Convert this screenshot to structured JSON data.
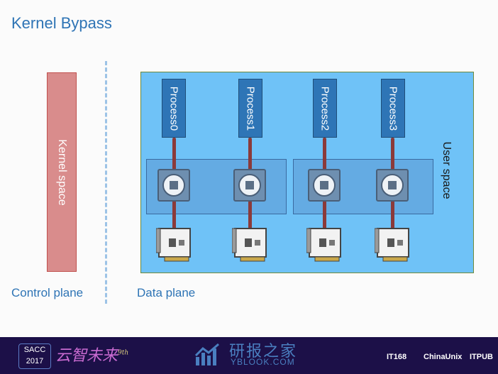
{
  "slide": {
    "title": "Kernel Bypass",
    "control_plane_label": "Control plane",
    "data_plane_label": "Data plane",
    "kernel_space_label": "Kernel space",
    "user_space_label": "User space",
    "processes": [
      "Process0",
      "Process1",
      "Process2",
      "Process3"
    ]
  },
  "footer": {
    "event_logo": {
      "line1": "SACC",
      "line2": "2017"
    },
    "slogan": "云智未来",
    "edition": "9th",
    "site_name": "研报之家",
    "site_url": "YBLOOK.COM",
    "sponsors": [
      "IT168",
      "ChinaUnix",
      "ITPUB"
    ]
  },
  "colors": {
    "title": "#2e74b5",
    "kernel_box": "#d98c8c",
    "user_space_box": "#6fc2f7",
    "process_box": "#2e75b6",
    "wire": "#8b3a3a",
    "footer_bg": "#1c1048"
  }
}
